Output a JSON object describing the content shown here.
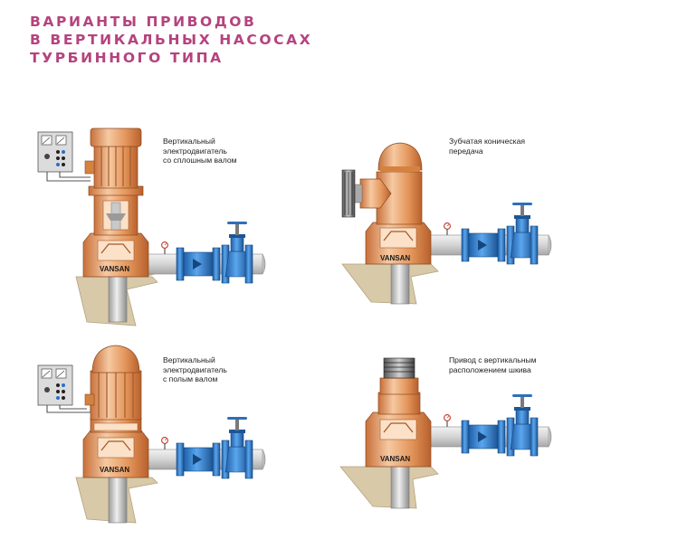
{
  "title": {
    "lines": [
      "ВАРИАНТЫ ПРИВОДОВ",
      "В ВЕРТИКАЛЬНЫХ НАСОСАХ",
      "ТУРБИННОГО ТИПА"
    ]
  },
  "brand": "VANSAN",
  "variants": [
    {
      "caption": [
        "Вертикальный",
        "электродвигатель",
        "со сплошным валом"
      ]
    },
    {
      "caption": [
        "Зубчатая коническая",
        "передача"
      ]
    },
    {
      "caption": [
        "Вертикальный",
        "электродвигатель",
        "с полым валом"
      ]
    },
    {
      "caption": [
        "Привод с вертикальным",
        "расположением шкива"
      ]
    }
  ],
  "colors": {
    "title": "#b5437e",
    "pump_orange": "#e3955a",
    "pump_light": "#f6c9a2",
    "pipe_gray": "#d8d8d8",
    "valve_blue": "#2f7fd3",
    "ground": "#d8c9a8"
  }
}
